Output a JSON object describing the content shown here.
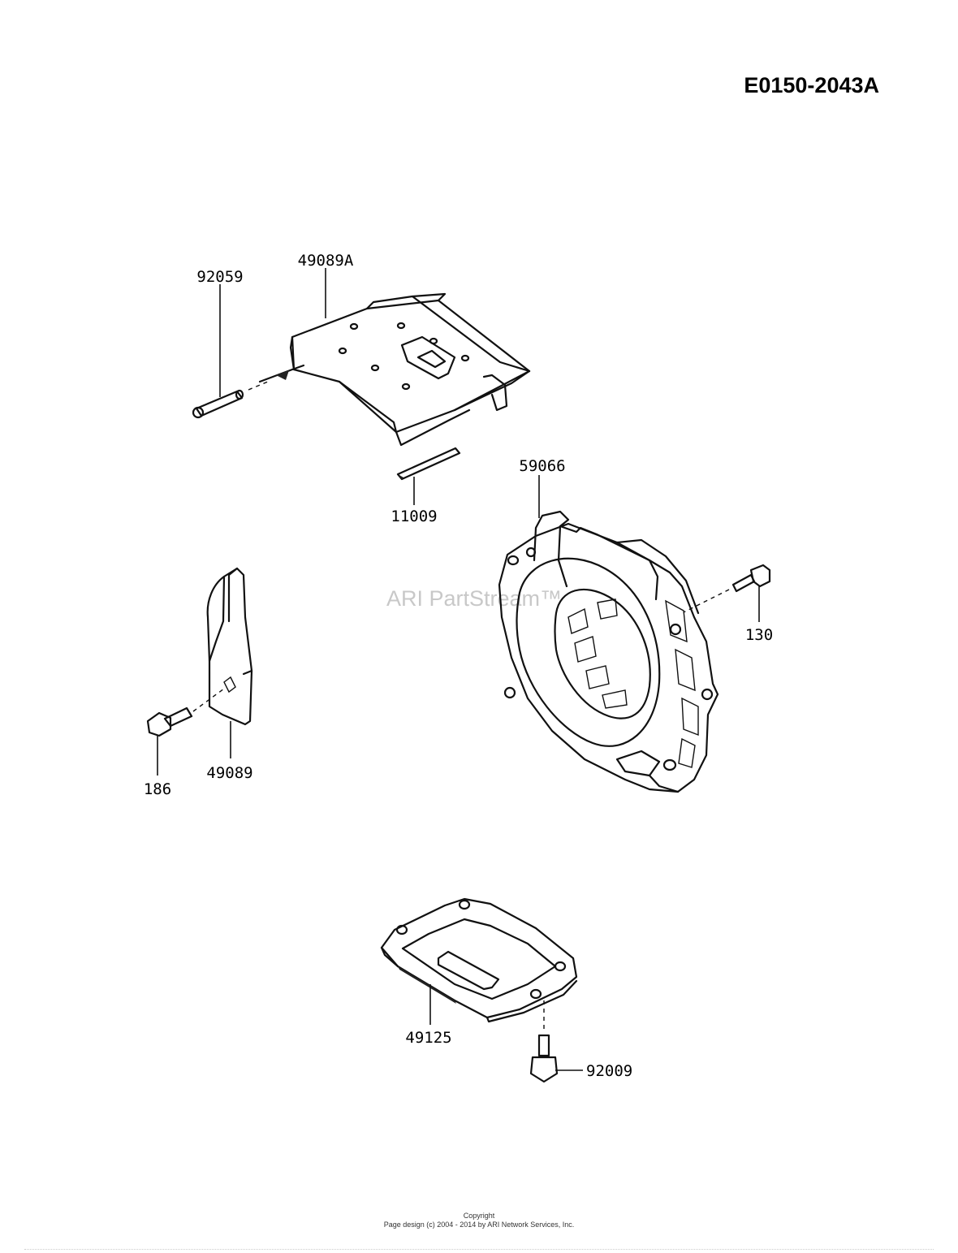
{
  "diagram_code": "E0150-2043A",
  "watermark": "ARI PartStream™",
  "parts": {
    "p49089A": "49089A",
    "p92059": "92059",
    "p11009": "11009",
    "p59066": "59066",
    "p130": "130",
    "p186": "186",
    "p49089": "49089",
    "p49125": "49125",
    "p92009": "92009"
  },
  "footer": {
    "line1": "Copyright",
    "line2": "Page design (c) 2004 - 2014 by ARI Network Services, Inc."
  }
}
